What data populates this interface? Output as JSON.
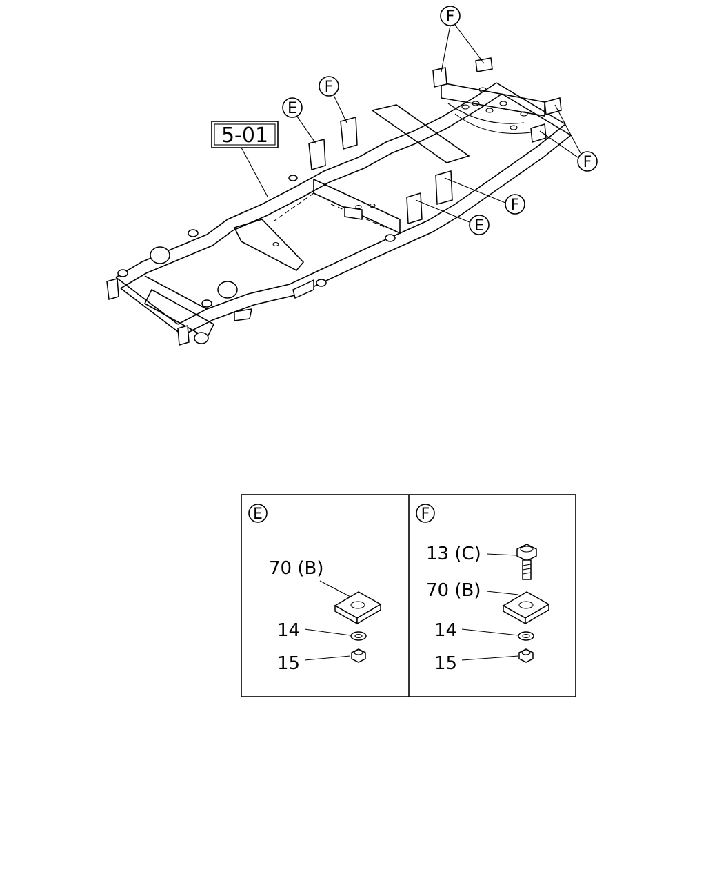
{
  "diagram": {
    "reference_label": "5-01",
    "callouts": {
      "f_top": "F",
      "f_left": "F",
      "e_left": "E",
      "f_right": "F",
      "f_mid": "F",
      "e_mid": "E"
    }
  },
  "detail_box": {
    "panel_e": {
      "letter": "E",
      "parts": [
        {
          "label": "70 (B)"
        },
        {
          "label": "14"
        },
        {
          "label": "15"
        }
      ]
    },
    "panel_f": {
      "letter": "F",
      "parts": [
        {
          "label": "13 (C)"
        },
        {
          "label": "70 (B)"
        },
        {
          "label": "14"
        },
        {
          "label": "15"
        }
      ]
    }
  }
}
